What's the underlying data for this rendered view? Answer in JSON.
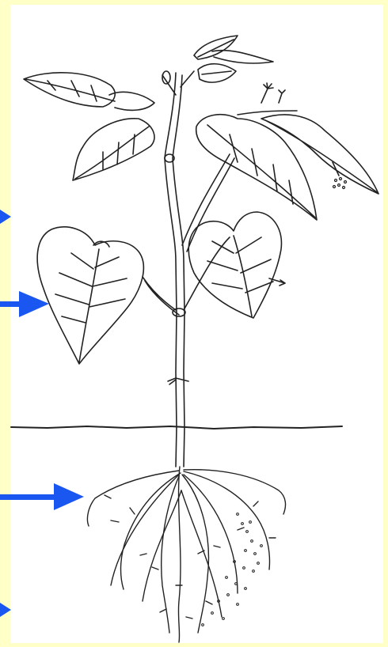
{
  "figure": {
    "subject": "plant-diagram",
    "frame_color": "#ffffc8",
    "panel_color": "#ffffff",
    "ink_color": "#222222",
    "arrow_color": "#1a56f0",
    "arrows": [
      {
        "name": "arrow-1",
        "target": "stem-leaf-junction"
      },
      {
        "name": "arrow-2",
        "target": "leaf"
      },
      {
        "name": "arrow-3",
        "target": "roots"
      },
      {
        "name": "arrow-4",
        "target": "root-tip"
      }
    ]
  }
}
